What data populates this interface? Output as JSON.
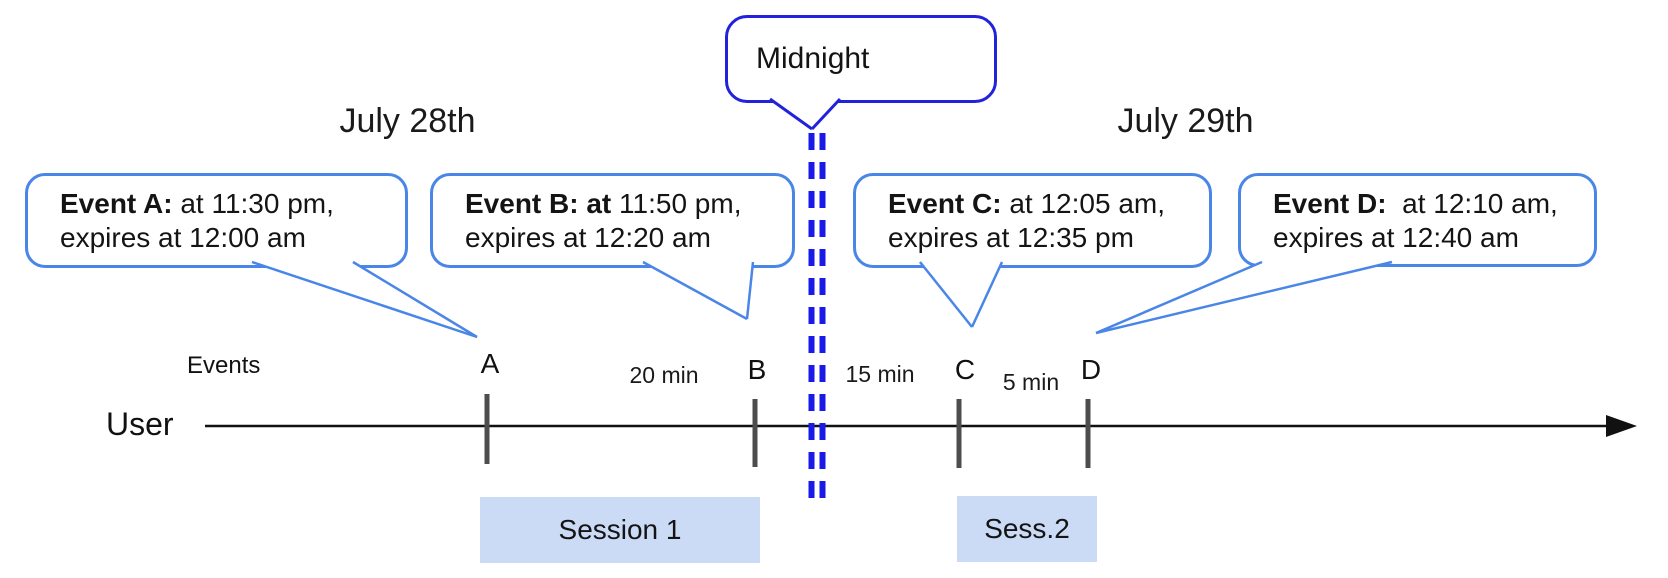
{
  "dates": {
    "left": "July 28th",
    "right": "July 29th"
  },
  "midnight_label": "Midnight",
  "labels": {
    "events": "Events",
    "user": "User"
  },
  "callouts": [
    {
      "title": "Event A:",
      "detail": " at 11:30 pm,",
      "line2": "expires at 12:00 am"
    },
    {
      "title": "Event B: at",
      "detail": " 11:50 pm,",
      "line2": "expires at 12:20 am"
    },
    {
      "title": "Event C:",
      "detail": " at 12:05 am,",
      "line2": "expires at 12:35 pm"
    },
    {
      "title": "Event D:",
      "detail": "  at 12:10 am,",
      "line2": "expires at 12:40 am"
    }
  ],
  "ticks": [
    "A",
    "B",
    "C",
    "D"
  ],
  "intervals": [
    "20 min",
    "15 min",
    "5 min"
  ],
  "sessions": [
    "Session 1",
    "Sess.2"
  ],
  "colors": {
    "callout_border": "#4a86e8",
    "midnight_border": "#2222dd",
    "midnight_dash": "#1a1ae8",
    "session_fill": "#cbdaf5",
    "tick_gray": "#4d4d4d",
    "axis_black": "#111111"
  }
}
